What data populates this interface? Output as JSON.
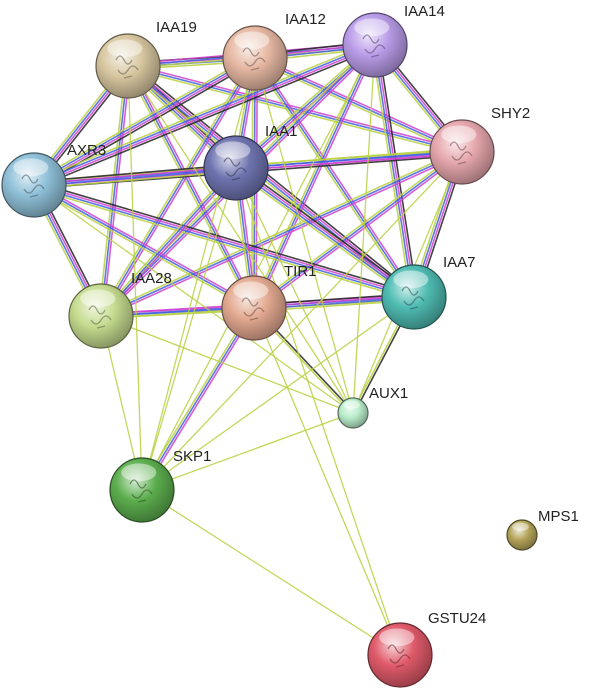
{
  "network": {
    "nodes": [
      {
        "id": "IAA19",
        "label": "IAA19",
        "color": "#d8c7a0",
        "size": "large"
      },
      {
        "id": "IAA12",
        "label": "IAA12",
        "color": "#e6b8a3",
        "size": "large"
      },
      {
        "id": "IAA14",
        "label": "IAA14",
        "color": "#b99ce8",
        "size": "large"
      },
      {
        "id": "SHY2",
        "label": "SHY2",
        "color": "#e6a7ad",
        "size": "large"
      },
      {
        "id": "AXR3",
        "label": "AXR3",
        "color": "#8fc0d8",
        "size": "large"
      },
      {
        "id": "IAA1",
        "label": "IAA1",
        "color": "#6f74b0",
        "size": "large"
      },
      {
        "id": "IAA28",
        "label": "IAA28",
        "color": "#c5dc8f",
        "size": "large"
      },
      {
        "id": "TIR1",
        "label": "TIR1",
        "color": "#e3a990",
        "size": "large"
      },
      {
        "id": "IAA7",
        "label": "IAA7",
        "color": "#4fbcb2",
        "size": "large"
      },
      {
        "id": "AUX1",
        "label": "AUX1",
        "color": "#b8ecc9",
        "size": "small"
      },
      {
        "id": "SKP1",
        "label": "SKP1",
        "color": "#5cae4e",
        "size": "large"
      },
      {
        "id": "MPS1",
        "label": "MPS1",
        "color": "#b4a55a",
        "size": "small"
      },
      {
        "id": "GSTU24",
        "label": "GSTU24",
        "color": "#e05a6a",
        "size": "large"
      }
    ],
    "edge_colors": {
      "coexpression": "#222222",
      "database": "#d040d0",
      "experimental": "#4060e0",
      "textmining": "#b8d040",
      "neighborhood": "#40c0c0"
    },
    "edges": [
      {
        "a": "IAA19",
        "b": "IAA12",
        "types": [
          "coexpression",
          "database",
          "experimental",
          "textmining"
        ]
      },
      {
        "a": "IAA19",
        "b": "IAA14",
        "types": [
          "database",
          "experimental",
          "textmining"
        ]
      },
      {
        "a": "IAA19",
        "b": "SHY2",
        "types": [
          "database",
          "experimental",
          "textmining"
        ]
      },
      {
        "a": "IAA19",
        "b": "AXR3",
        "types": [
          "coexpression",
          "database",
          "experimental",
          "textmining"
        ]
      },
      {
        "a": "IAA19",
        "b": "IAA1",
        "types": [
          "coexpression",
          "database",
          "experimental",
          "textmining"
        ]
      },
      {
        "a": "IAA19",
        "b": "IAA28",
        "types": [
          "database",
          "experimental",
          "textmining"
        ]
      },
      {
        "a": "IAA19",
        "b": "TIR1",
        "types": [
          "database",
          "experimental",
          "textmining"
        ]
      },
      {
        "a": "IAA19",
        "b": "IAA7",
        "types": [
          "coexpression",
          "database",
          "experimental",
          "textmining"
        ]
      },
      {
        "a": "IAA12",
        "b": "IAA14",
        "types": [
          "coexpression",
          "database",
          "experimental",
          "textmining"
        ]
      },
      {
        "a": "IAA12",
        "b": "SHY2",
        "types": [
          "database",
          "experimental",
          "textmining"
        ]
      },
      {
        "a": "IAA12",
        "b": "AXR3",
        "types": [
          "coexpression",
          "database",
          "experimental",
          "textmining"
        ]
      },
      {
        "a": "IAA12",
        "b": "IAA1",
        "types": [
          "database",
          "experimental",
          "textmining"
        ]
      },
      {
        "a": "IAA12",
        "b": "IAA28",
        "types": [
          "database",
          "experimental",
          "textmining"
        ]
      },
      {
        "a": "IAA12",
        "b": "TIR1",
        "types": [
          "database",
          "experimental",
          "textmining"
        ]
      },
      {
        "a": "IAA12",
        "b": "IAA7",
        "types": [
          "database",
          "experimental",
          "textmining"
        ]
      },
      {
        "a": "IAA14",
        "b": "SHY2",
        "types": [
          "coexpression",
          "database",
          "experimental",
          "textmining"
        ]
      },
      {
        "a": "IAA14",
        "b": "AXR3",
        "types": [
          "coexpression",
          "database",
          "experimental",
          "textmining"
        ]
      },
      {
        "a": "IAA14",
        "b": "IAA1",
        "types": [
          "database",
          "experimental",
          "textmining"
        ]
      },
      {
        "a": "IAA14",
        "b": "IAA28",
        "types": [
          "database",
          "experimental",
          "textmining"
        ]
      },
      {
        "a": "IAA14",
        "b": "TIR1",
        "types": [
          "database",
          "experimental",
          "textmining"
        ]
      },
      {
        "a": "IAA14",
        "b": "IAA7",
        "types": [
          "coexpression",
          "database",
          "experimental",
          "textmining"
        ]
      },
      {
        "a": "SHY2",
        "b": "AXR3",
        "types": [
          "coexpression",
          "database",
          "experimental",
          "textmining"
        ]
      },
      {
        "a": "SHY2",
        "b": "IAA1",
        "types": [
          "database",
          "experimental",
          "textmining"
        ]
      },
      {
        "a": "SHY2",
        "b": "IAA28",
        "types": [
          "database",
          "experimental",
          "textmining"
        ]
      },
      {
        "a": "SHY2",
        "b": "TIR1",
        "types": [
          "database",
          "experimental",
          "textmining"
        ]
      },
      {
        "a": "SHY2",
        "b": "IAA7",
        "types": [
          "coexpression",
          "database",
          "experimental",
          "textmining"
        ]
      },
      {
        "a": "AXR3",
        "b": "IAA1",
        "types": [
          "coexpression",
          "database",
          "experimental",
          "textmining"
        ]
      },
      {
        "a": "AXR3",
        "b": "IAA28",
        "types": [
          "coexpression",
          "database",
          "experimental",
          "textmining"
        ]
      },
      {
        "a": "AXR3",
        "b": "TIR1",
        "types": [
          "database",
          "experimental",
          "textmining"
        ]
      },
      {
        "a": "AXR3",
        "b": "IAA7",
        "types": [
          "coexpression",
          "database",
          "experimental",
          "textmining"
        ]
      },
      {
        "a": "IAA1",
        "b": "IAA28",
        "types": [
          "database",
          "experimental",
          "textmining"
        ]
      },
      {
        "a": "IAA1",
        "b": "TIR1",
        "types": [
          "database",
          "experimental",
          "textmining"
        ]
      },
      {
        "a": "IAA1",
        "b": "IAA7",
        "types": [
          "coexpression",
          "database",
          "experimental",
          "textmining"
        ]
      },
      {
        "a": "IAA28",
        "b": "TIR1",
        "types": [
          "database",
          "experimental",
          "textmining"
        ]
      },
      {
        "a": "IAA28",
        "b": "IAA7",
        "types": [
          "database",
          "experimental",
          "textmining"
        ]
      },
      {
        "a": "TIR1",
        "b": "IAA7",
        "types": [
          "coexpression",
          "database",
          "experimental",
          "textmining"
        ]
      },
      {
        "a": "TIR1",
        "b": "SKP1",
        "types": [
          "database",
          "experimental",
          "textmining"
        ]
      },
      {
        "a": "TIR1",
        "b": "AUX1",
        "types": [
          "coexpression",
          "textmining"
        ]
      },
      {
        "a": "IAA7",
        "b": "AUX1",
        "types": [
          "coexpression",
          "textmining"
        ]
      },
      {
        "a": "IAA7",
        "b": "SKP1",
        "types": [
          "textmining"
        ]
      },
      {
        "a": "AUX1",
        "b": "SKP1",
        "types": [
          "textmining"
        ]
      },
      {
        "a": "AUX1",
        "b": "IAA28",
        "types": [
          "textmining"
        ]
      },
      {
        "a": "AUX1",
        "b": "AXR3",
        "types": [
          "textmining"
        ]
      },
      {
        "a": "AUX1",
        "b": "IAA19",
        "types": [
          "textmining"
        ]
      },
      {
        "a": "AUX1",
        "b": "IAA12",
        "types": [
          "textmining"
        ]
      },
      {
        "a": "AUX1",
        "b": "IAA14",
        "types": [
          "textmining"
        ]
      },
      {
        "a": "AUX1",
        "b": "SHY2",
        "types": [
          "textmining"
        ]
      },
      {
        "a": "AUX1",
        "b": "IAA1",
        "types": [
          "textmining"
        ]
      },
      {
        "a": "SKP1",
        "b": "IAA28",
        "types": [
          "textmining"
        ]
      },
      {
        "a": "SKP1",
        "b": "IAA19",
        "types": [
          "textmining"
        ]
      },
      {
        "a": "SKP1",
        "b": "IAA12",
        "types": [
          "textmining"
        ]
      },
      {
        "a": "SKP1",
        "b": "IAA14",
        "types": [
          "textmining"
        ]
      },
      {
        "a": "SKP1",
        "b": "SHY2",
        "types": [
          "textmining"
        ]
      },
      {
        "a": "SKP1",
        "b": "IAA1",
        "types": [
          "textmining"
        ]
      },
      {
        "a": "SKP1",
        "b": "GSTU24",
        "types": [
          "textmining"
        ]
      },
      {
        "a": "TIR1",
        "b": "GSTU24",
        "types": [
          "textmining"
        ]
      },
      {
        "a": "IAA1",
        "b": "GSTU24",
        "types": [
          "textmining"
        ]
      }
    ]
  }
}
